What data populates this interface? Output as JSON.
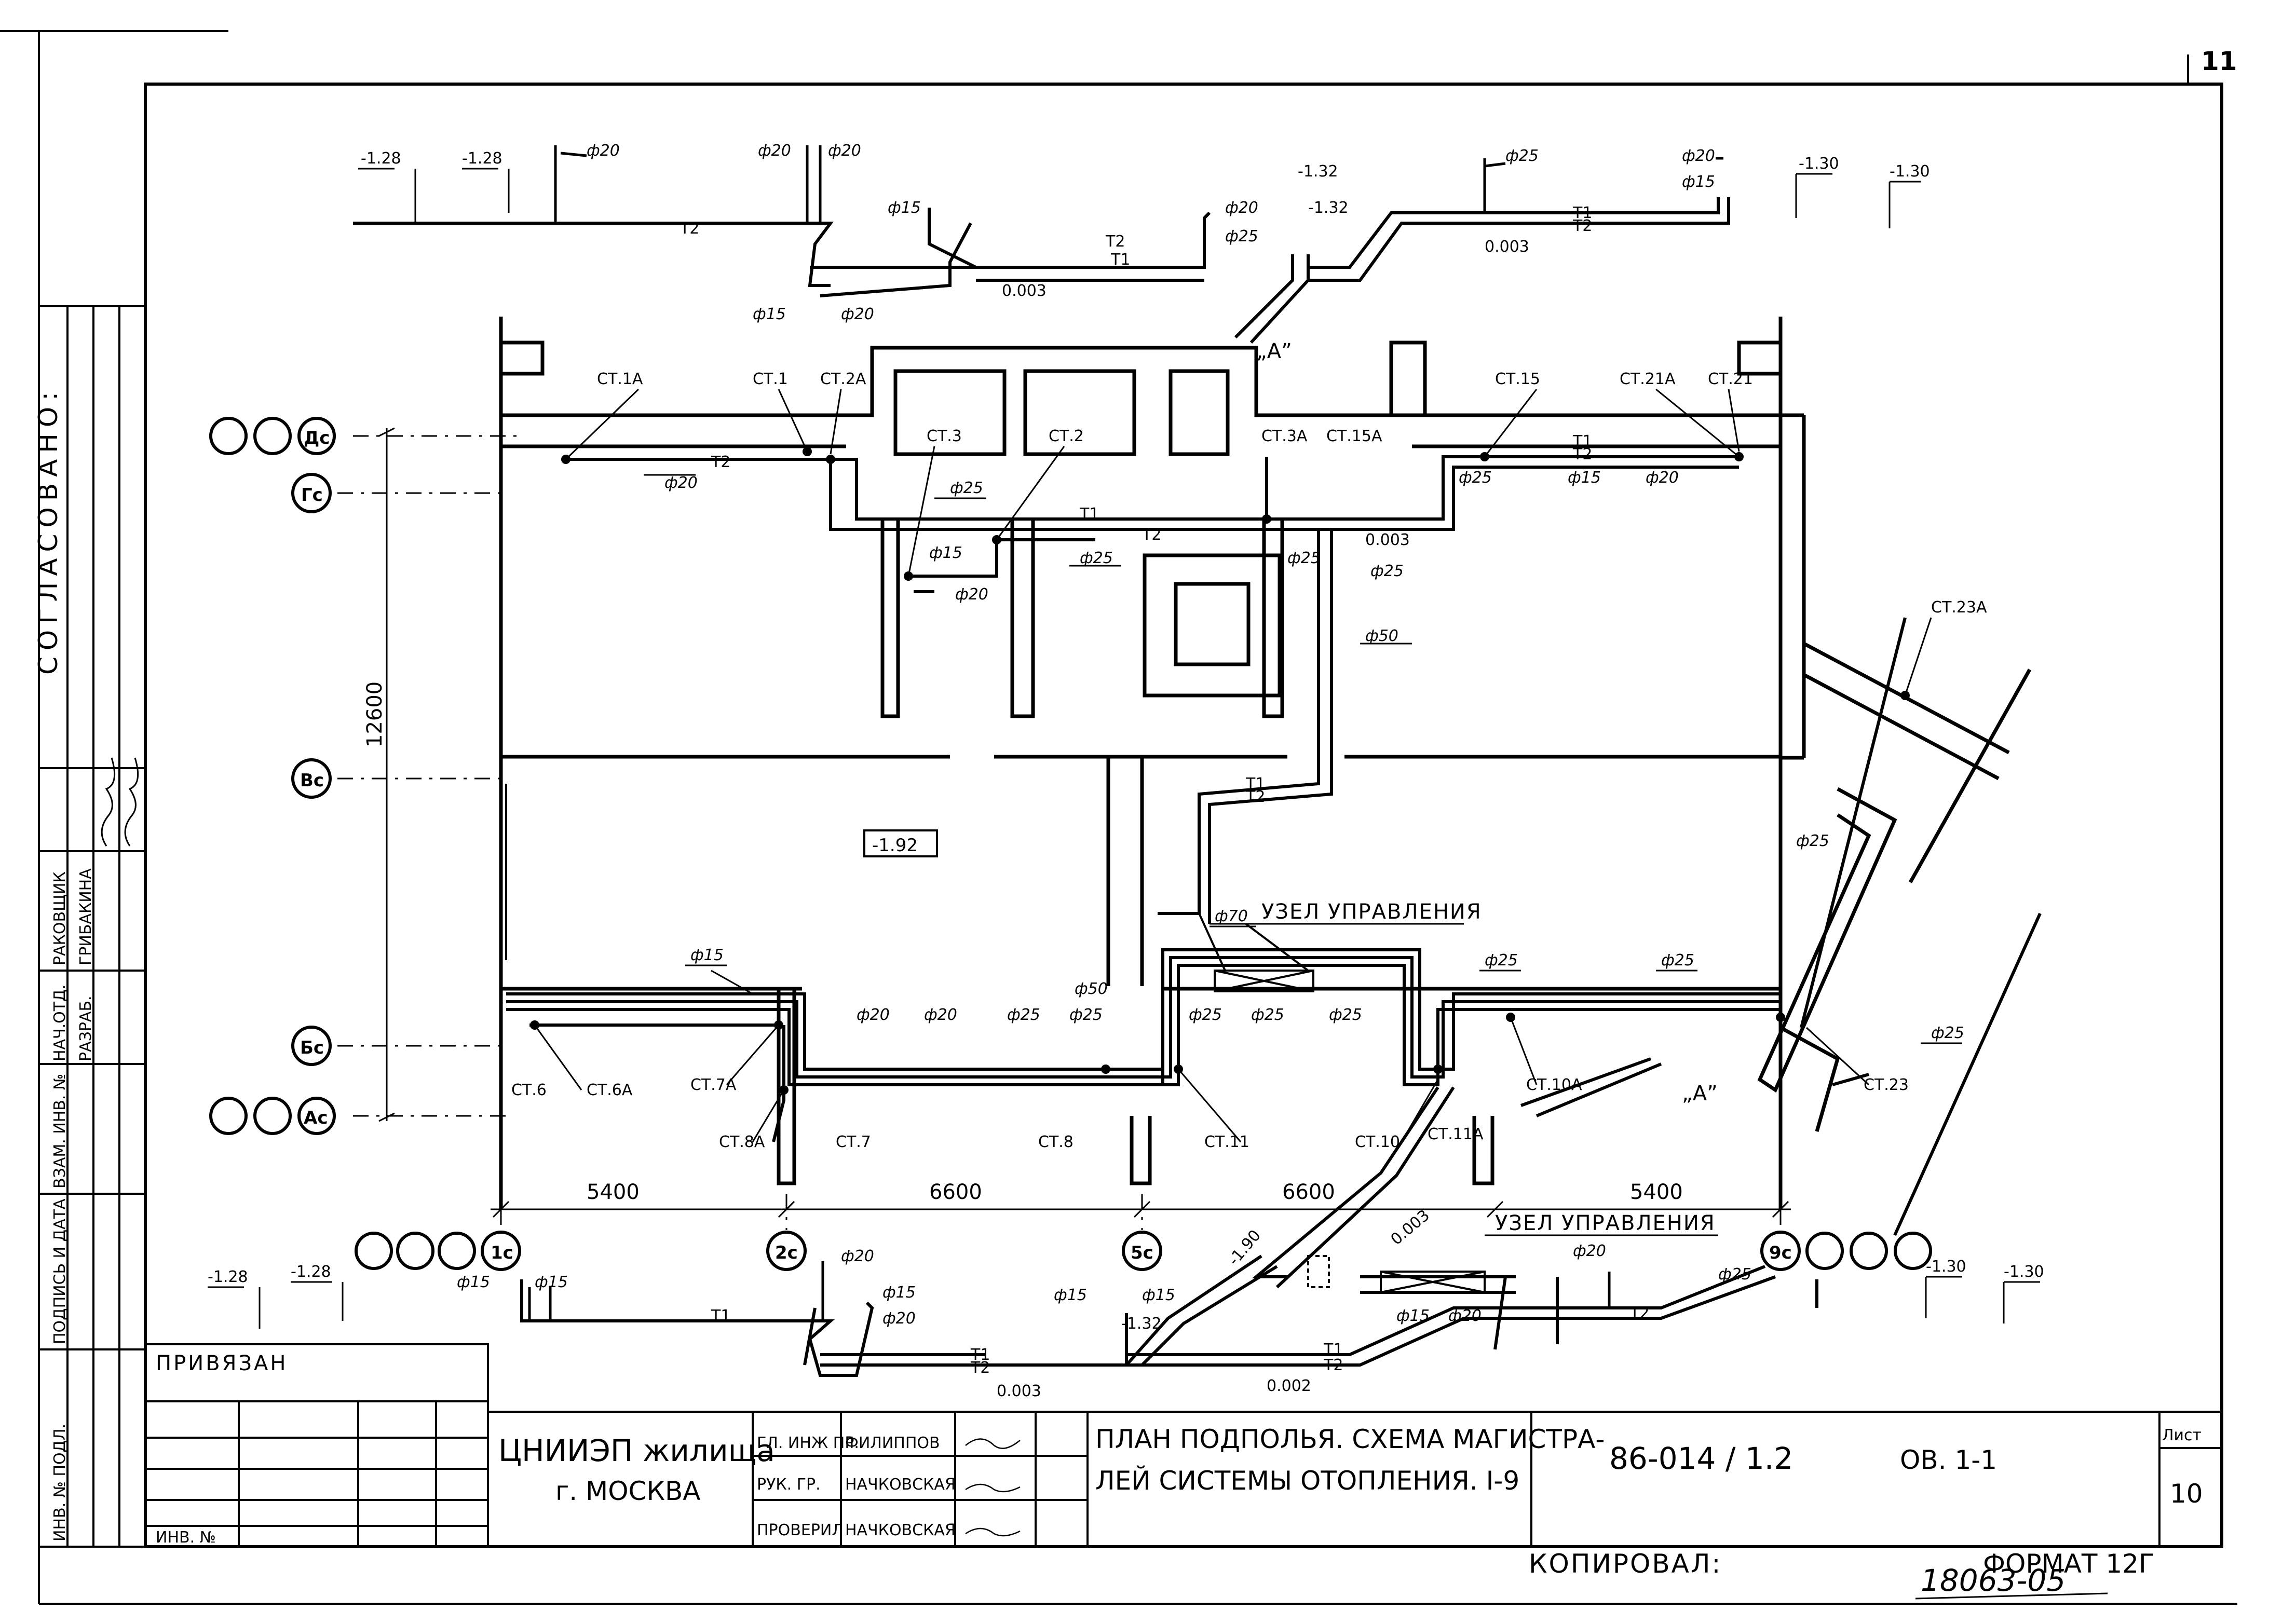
{
  "page_number": "11",
  "stamp_vertical": "СОГЛАСОВАНО:",
  "left_strip": {
    "roles": [
      "НАЧ.ОТД.",
      "РАЗРАБ."
    ],
    "names": [
      "РАКОВЩИК",
      "ГРИБАКИНА"
    ],
    "cells": [
      "ВЗАМ. ИНВ. №",
      "ПОДПИСЬ И ДАТА",
      "ИНВ. № ПОДЛ."
    ]
  },
  "title_block": {
    "privyazan": "ПРИВЯЗАН",
    "inv_label": "ИНВ. №",
    "org_line1": "ЦНИИЭП жилища",
    "org_line2": "г. МОСКВА",
    "roles": [
      "ГЛ. ИНЖ ПР.",
      "РУК. ГР.",
      "ПРОВЕРИЛ"
    ],
    "names": [
      "ФИЛИППОВ",
      "НАЧКОВСКАЯ",
      "НАЧКОВСКАЯ"
    ],
    "title_line1": "ПЛАН ПОДПОЛЬЯ. СХЕМА МАГИСТРА-",
    "title_line2": "ЛЕЙ СИСТЕМЫ ОТОПЛЕНИЯ. I-9",
    "code": "86-014 / 1.2",
    "sheet_code": "ОВ. 1-1",
    "list_label": "Лист",
    "list_number": "10"
  },
  "footer": {
    "copied": "КОПИРОВАЛ:",
    "format": "ФОРМАТ 12Г",
    "stamp_number": "18063-05"
  },
  "axes": {
    "rows": [
      "Дс",
      "Гс",
      "Вс",
      "Бс",
      "Ас"
    ],
    "columns": [
      "1с",
      "2с",
      "5с",
      "9с"
    ]
  },
  "dimensions": {
    "vertical": "12600",
    "horizontal": [
      "5400",
      "6600",
      "6600",
      "5400"
    ]
  },
  "room_mark": "-1.92",
  "labels": {
    "control_unit": "УЗЕЛ УПРАВЛЕНИЯ",
    "node_a": "„А”",
    "t1": "Т1",
    "t2": "Т2"
  },
  "risers": [
    "СТ.1А",
    "СТ.1",
    "СТ.2А",
    "СТ.3",
    "СТ.2",
    "СТ.3А",
    "СТ.15А",
    "СТ.15",
    "СТ.21А",
    "СТ.21",
    "СТ.23А",
    "СТ.6",
    "СТ.6А",
    "СТ.7А",
    "СТ.8А",
    "СТ.7",
    "СТ.8",
    "СТ.11",
    "СТ.10",
    "СТ.11А",
    "СТ.10А",
    "СТ.23"
  ],
  "diameters": {
    "d15": "ф15",
    "d20": "ф20",
    "d25": "ф25",
    "d50": "ф50",
    "d70": "ф70"
  },
  "elevations": [
    "-1.28",
    "-1.32",
    "-1.30",
    "-1.90"
  ],
  "slopes": [
    "0.003",
    "0.002"
  ]
}
